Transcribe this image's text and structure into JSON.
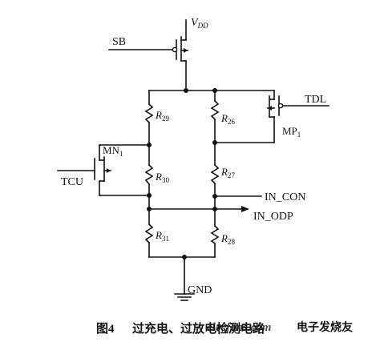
{
  "labels": {
    "vdd_main": "V",
    "vdd_sub": "DD",
    "sb": "SB",
    "tdl": "TDL",
    "mp_main": "MP",
    "mp_sub": "1",
    "mn_main": "MN",
    "mn_sub": "1",
    "tcu": "TCU",
    "r29_main": "R",
    "r29_sub": "29",
    "r26_main": "R",
    "r26_sub": "26",
    "r30_main": "R",
    "r30_sub": "30",
    "r27_main": "R",
    "r27_sub": "27",
    "r31_main": "R",
    "r31_sub": "31",
    "r28_main": "R",
    "r28_sub": "28",
    "in_con": "IN_CON",
    "in_odp": "IN_ODP",
    "gnd": "GND"
  },
  "caption": {
    "figure_no": "图4",
    "title": "过充电、过放电检测电路"
  },
  "watermark": {
    "site": "elecfans.com",
    "brand": "电子发烧友"
  },
  "colors": {
    "line": "#111111",
    "watermark": "#6b8dbd"
  }
}
